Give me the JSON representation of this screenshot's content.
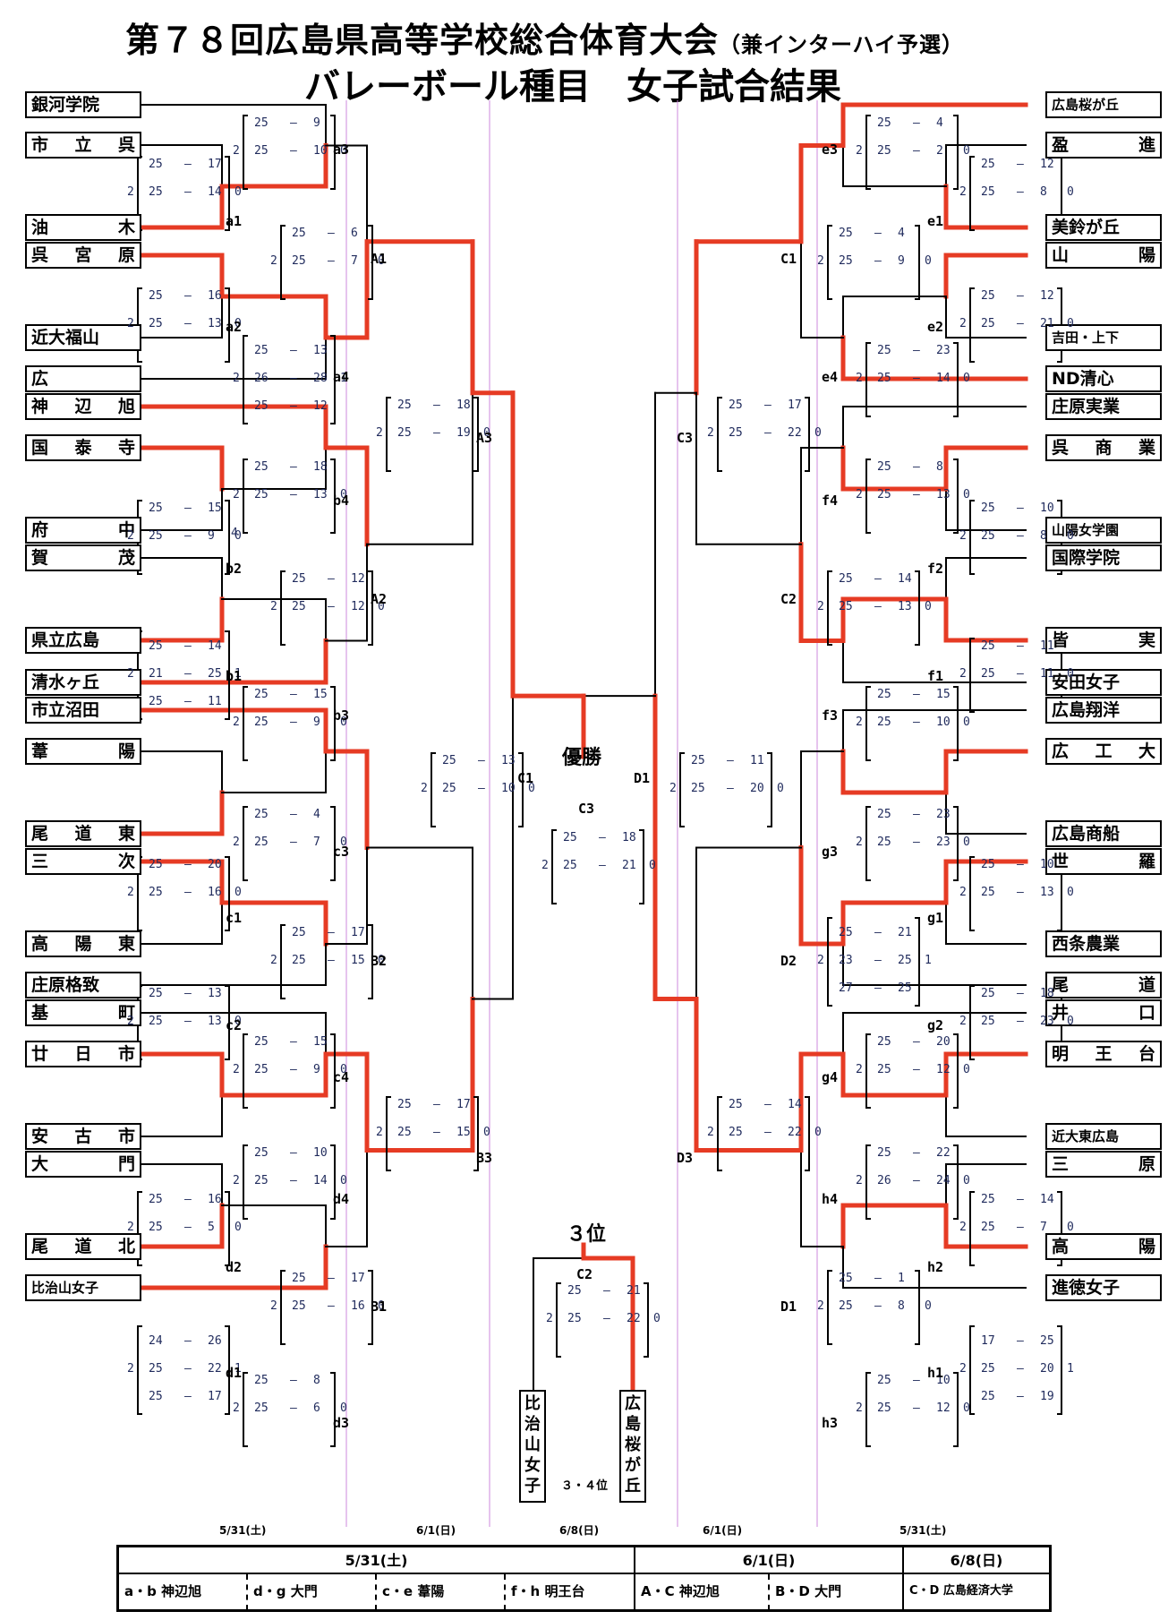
{
  "title": {
    "main": "第７８回広島県高等学校総合体育大会",
    "sub": "（兼インターハイ予選）",
    "line2": "バレーボール種目　女子試合結果"
  },
  "labels": {
    "champion": "優勝",
    "third": "３位",
    "third_game": "３・４位"
  },
  "colors": {
    "win_line": "#e63b24",
    "normal_line": "#000000",
    "score_text": "#1f2a5c",
    "guide_line": "#cc88dd"
  },
  "teams_left": [
    "銀河学院",
    "市立呉",
    "油木",
    "呉宮原",
    "近大福山",
    "広",
    "神辺旭",
    "国泰寺",
    "府中",
    "賀茂",
    "県立広島",
    "清水ヶ丘",
    "市立沼田",
    "葦陽",
    "尾道東",
    "三次",
    "高陽東",
    "庄原格致",
    "基町",
    "廿日市",
    "安古市",
    "大門",
    "尾道北",
    "比治山女子"
  ],
  "teams_right": [
    "広島桜が丘",
    "盈進",
    "美鈴が丘",
    "山陽",
    "吉田・上下",
    "ND清心",
    "庄原実業",
    "呉商業",
    "山陽女学園",
    "国際学院",
    "皆実",
    "安田女子",
    "広島翔洋",
    "広工大",
    "広島商船",
    "世羅",
    "西条農業",
    "尾道",
    "井口",
    "明王台",
    "近大東広島",
    "三原",
    "高陽",
    "進徳女子"
  ],
  "finalists_third": [
    "比治山女子",
    "広島桜が丘"
  ],
  "matches": [
    {
      "id": "a1",
      "sets": [
        [
          "25",
          "17"
        ],
        [
          "25",
          "14"
        ]
      ],
      "res": [
        "2",
        "0"
      ]
    },
    {
      "id": "a2",
      "sets": [
        [
          "25",
          "16"
        ],
        [
          "25",
          "13"
        ]
      ],
      "res": [
        "2",
        "0"
      ]
    },
    {
      "id": "a3",
      "sets": [
        [
          "25",
          "9"
        ],
        [
          "25",
          "10"
        ]
      ],
      "res": [
        "2",
        "0"
      ]
    },
    {
      "id": "a4",
      "sets": [
        [
          "25",
          "13"
        ],
        [
          "26",
          "28"
        ],
        [
          "25",
          "12"
        ]
      ],
      "res": [
        "2",
        "1"
      ]
    },
    {
      "id": "b2",
      "sets": [
        [
          "25",
          "15"
        ],
        [
          "25",
          "9"
        ]
      ],
      "res": [
        "2",
        "0"
      ]
    },
    {
      "id": "b1",
      "sets": [
        [
          "25",
          "14"
        ],
        [
          "21",
          "25"
        ],
        [
          "25",
          "11"
        ]
      ],
      "res": [
        "2",
        "1"
      ]
    },
    {
      "id": "b4",
      "sets": [
        [
          "25",
          "18"
        ],
        [
          "25",
          "13"
        ]
      ],
      "res": [
        "2",
        "0"
      ]
    },
    {
      "id": "b3",
      "sets": [
        [
          "25",
          "15"
        ],
        [
          "25",
          "9"
        ]
      ],
      "res": [
        "2",
        "0"
      ]
    },
    {
      "id": "c1",
      "sets": [
        [
          "25",
          "20"
        ],
        [
          "25",
          "16"
        ]
      ],
      "res": [
        "2",
        "0"
      ]
    },
    {
      "id": "c2",
      "sets": [
        [
          "25",
          "13"
        ],
        [
          "25",
          "13"
        ]
      ],
      "res": [
        "2",
        "0"
      ]
    },
    {
      "id": "c3",
      "sets": [
        [
          "25",
          "4"
        ],
        [
          "25",
          "7"
        ]
      ],
      "res": [
        "2",
        "0"
      ]
    },
    {
      "id": "c4",
      "sets": [
        [
          "25",
          "15"
        ],
        [
          "25",
          "9"
        ]
      ],
      "res": [
        "2",
        "0"
      ]
    },
    {
      "id": "d2",
      "sets": [
        [
          "25",
          "16"
        ],
        [
          "25",
          "5"
        ]
      ],
      "res": [
        "2",
        "0"
      ]
    },
    {
      "id": "d1",
      "sets": [
        [
          "24",
          "26"
        ],
        [
          "25",
          "22"
        ],
        [
          "25",
          "17"
        ]
      ],
      "res": [
        "2",
        "1"
      ]
    },
    {
      "id": "d4",
      "sets": [
        [
          "25",
          "10"
        ],
        [
          "25",
          "14"
        ]
      ],
      "res": [
        "2",
        "0"
      ]
    },
    {
      "id": "d3",
      "sets": [
        [
          "25",
          "8"
        ],
        [
          "25",
          "6"
        ]
      ],
      "res": [
        "2",
        "0"
      ]
    },
    {
      "id": "A1",
      "sets": [
        [
          "25",
          "6"
        ],
        [
          "25",
          "7"
        ]
      ],
      "res": [
        "2",
        "0"
      ]
    },
    {
      "id": "A2",
      "sets": [
        [
          "25",
          "12"
        ],
        [
          "25",
          "12"
        ]
      ],
      "res": [
        "2",
        "0"
      ]
    },
    {
      "id": "B2",
      "sets": [
        [
          "25",
          "17"
        ],
        [
          "25",
          "15"
        ]
      ],
      "res": [
        "2",
        "0"
      ]
    },
    {
      "id": "B1",
      "sets": [
        [
          "25",
          "17"
        ],
        [
          "25",
          "16"
        ]
      ],
      "res": [
        "2",
        "0"
      ]
    },
    {
      "id": "A3",
      "sets": [
        [
          "25",
          "18"
        ],
        [
          "25",
          "19"
        ]
      ],
      "res": [
        "2",
        "0"
      ]
    },
    {
      "id": "B3",
      "sets": [
        [
          "25",
          "17"
        ],
        [
          "25",
          "15"
        ]
      ],
      "res": [
        "2",
        "0"
      ]
    },
    {
      "id": "C1L",
      "sets": [
        [
          "25",
          "13"
        ],
        [
          "25",
          "10"
        ]
      ],
      "res": [
        "2",
        "0"
      ]
    },
    {
      "id": "C3",
      "sets": [
        [
          "25",
          "18"
        ],
        [
          "25",
          "21"
        ]
      ],
      "res": [
        "2",
        "0"
      ]
    },
    {
      "id": "D1R",
      "sets": [
        [
          "25",
          "11"
        ],
        [
          "25",
          "20"
        ]
      ],
      "res": [
        "2",
        "0"
      ]
    },
    {
      "id": "C2",
      "sets": [
        [
          "25",
          "21"
        ],
        [
          "25",
          "22"
        ]
      ],
      "res": [
        "2",
        "0"
      ]
    },
    {
      "id": "e1",
      "sets": [
        [
          "25",
          "12"
        ],
        [
          "25",
          "8"
        ]
      ],
      "res": [
        "2",
        "0"
      ]
    },
    {
      "id": "e2",
      "sets": [
        [
          "25",
          "12"
        ],
        [
          "25",
          "21"
        ]
      ],
      "res": [
        "2",
        "0"
      ]
    },
    {
      "id": "e3",
      "sets": [
        [
          "25",
          "4"
        ],
        [
          "25",
          "2"
        ]
      ],
      "res": [
        "2",
        "0"
      ]
    },
    {
      "id": "e4",
      "sets": [
        [
          "25",
          "23"
        ],
        [
          "25",
          "14"
        ]
      ],
      "res": [
        "2",
        "0"
      ]
    },
    {
      "id": "f2",
      "sets": [
        [
          "25",
          "10"
        ],
        [
          "25",
          "8"
        ]
      ],
      "res": [
        "2",
        "0"
      ]
    },
    {
      "id": "f1",
      "sets": [
        [
          "25",
          "11"
        ],
        [
          "25",
          "11"
        ]
      ],
      "res": [
        "2",
        "0"
      ]
    },
    {
      "id": "f4",
      "sets": [
        [
          "25",
          "8"
        ],
        [
          "25",
          "13"
        ]
      ],
      "res": [
        "2",
        "0"
      ]
    },
    {
      "id": "f3",
      "sets": [
        [
          "25",
          "15"
        ],
        [
          "25",
          "10"
        ]
      ],
      "res": [
        "2",
        "0"
      ]
    },
    {
      "id": "g1",
      "sets": [
        [
          "25",
          "10"
        ],
        [
          "25",
          "13"
        ]
      ],
      "res": [
        "2",
        "0"
      ]
    },
    {
      "id": "g2",
      "sets": [
        [
          "25",
          "18"
        ],
        [
          "25",
          "23"
        ]
      ],
      "res": [
        "2",
        "0"
      ]
    },
    {
      "id": "g3",
      "sets": [
        [
          "25",
          "23"
        ],
        [
          "25",
          "23"
        ]
      ],
      "res": [
        "2",
        "0"
      ]
    },
    {
      "id": "g4",
      "sets": [
        [
          "25",
          "20"
        ],
        [
          "25",
          "12"
        ]
      ],
      "res": [
        "2",
        "0"
      ]
    },
    {
      "id": "h2",
      "sets": [
        [
          "25",
          "14"
        ],
        [
          "25",
          "7"
        ]
      ],
      "res": [
        "2",
        "0"
      ]
    },
    {
      "id": "h1",
      "sets": [
        [
          "17",
          "25"
        ],
        [
          "25",
          "20"
        ],
        [
          "25",
          "19"
        ]
      ],
      "res": [
        "2",
        "1"
      ]
    },
    {
      "id": "h4",
      "sets": [
        [
          "25",
          "22"
        ],
        [
          "26",
          "24"
        ]
      ],
      "res": [
        "2",
        "0"
      ]
    },
    {
      "id": "h3",
      "sets": [
        [
          "25",
          "10"
        ],
        [
          "25",
          "12"
        ]
      ],
      "res": [
        "2",
        "0"
      ]
    },
    {
      "id": "C1",
      "sets": [
        [
          "25",
          "4"
        ],
        [
          "25",
          "9"
        ]
      ],
      "res": [
        "2",
        "0"
      ]
    },
    {
      "id": "C2R",
      "sets": [
        [
          "25",
          "14"
        ],
        [
          "25",
          "13"
        ]
      ],
      "res": [
        "2",
        "0"
      ]
    },
    {
      "id": "D2",
      "sets": [
        [
          "25",
          "21"
        ],
        [
          "23",
          "25"
        ],
        [
          "27",
          "25"
        ]
      ],
      "res": [
        "2",
        "1"
      ]
    },
    {
      "id": "D1",
      "sets": [
        [
          "25",
          "1"
        ],
        [
          "25",
          "8"
        ]
      ],
      "res": [
        "2",
        "0"
      ]
    },
    {
      "id": "C3R",
      "sets": [
        [
          "25",
          "17"
        ],
        [
          "25",
          "22"
        ]
      ],
      "res": [
        "2",
        "0"
      ]
    },
    {
      "id": "D3",
      "sets": [
        [
          "25",
          "14"
        ],
        [
          "25",
          "22"
        ]
      ],
      "res": [
        "2",
        "0"
      ]
    }
  ],
  "match_labels": {
    "a1": "a1",
    "a2": "a2",
    "a3": "a3",
    "a4": "a4",
    "b1": "b1",
    "b2": "b2",
    "b3": "b3",
    "b4": "b4",
    "c1": "c1",
    "c2": "c2",
    "c3": "c3",
    "c4": "c4",
    "d1": "d1",
    "d2": "d2",
    "d3": "d3",
    "d4": "d4",
    "A1": "A1",
    "A2": "A2",
    "A3": "A3",
    "B1": "B1",
    "B2": "B2",
    "B3": "B3",
    "C1L": "C1",
    "C3": "C3",
    "D1R": "D1",
    "C2": "C2",
    "e1": "e1",
    "e2": "e2",
    "e3": "e3",
    "e4": "e4",
    "f1": "f1",
    "f2": "f2",
    "f3": "f3",
    "f4": "f4",
    "g1": "g1",
    "g2": "g2",
    "g3": "g3",
    "g4": "g4",
    "h1": "h1",
    "h2": "h2",
    "h3": "h3",
    "h4": "h4",
    "C1": "C1",
    "C2R": "C2",
    "D2": "D2",
    "D1": "D1",
    "C3R": "C3",
    "D3": "D3"
  },
  "dates": [
    "5/31(土)",
    "6/1(日)",
    "6/8(日)",
    "6/1(日)",
    "5/31(土)"
  ],
  "venue_table": {
    "headers": [
      "5/31(土)",
      "6/1(日)",
      "6/8(日)"
    ],
    "cells": [
      {
        "code": "a・b",
        "venue": "神辺旭"
      },
      {
        "code": "d・g",
        "venue": "大門"
      },
      {
        "code": "c・e",
        "venue": "葦陽"
      },
      {
        "code": "f・h",
        "venue": "明王台"
      },
      {
        "code": "A・C",
        "venue": "神辺旭"
      },
      {
        "code": "B・D",
        "venue": "大門"
      },
      {
        "code": "C・D",
        "venue": "広島経済大学"
      }
    ]
  },
  "note_b_side": "4"
}
